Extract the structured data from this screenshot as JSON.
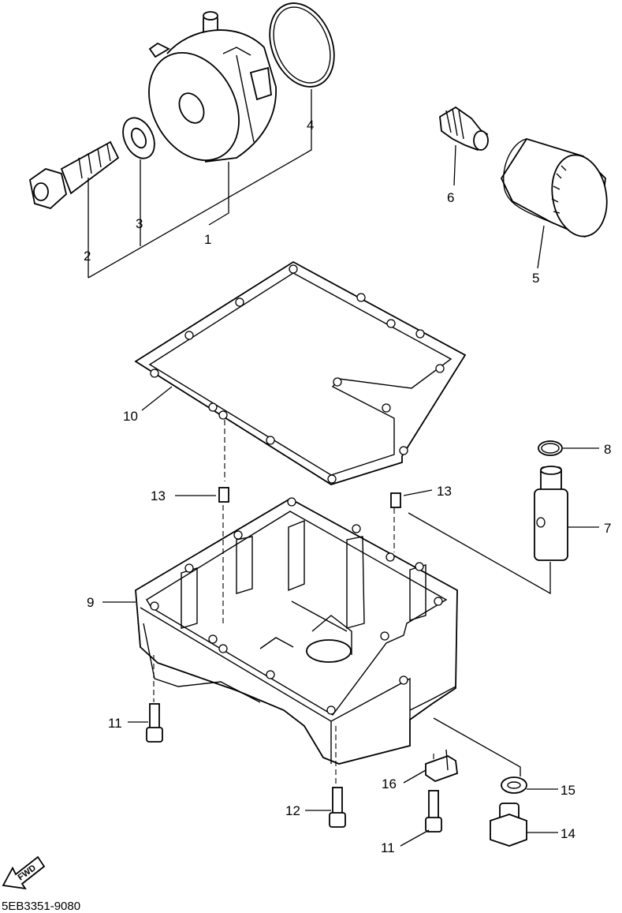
{
  "callouts": [
    {
      "id": "1",
      "label": "1"
    },
    {
      "id": "2",
      "label": "2"
    },
    {
      "id": "3",
      "label": "3"
    },
    {
      "id": "4",
      "label": "4"
    },
    {
      "id": "5",
      "label": "5"
    },
    {
      "id": "6",
      "label": "6"
    },
    {
      "id": "7",
      "label": "7"
    },
    {
      "id": "8",
      "label": "8"
    },
    {
      "id": "9",
      "label": "9"
    },
    {
      "id": "10",
      "label": "10"
    },
    {
      "id": "11a",
      "label": "11"
    },
    {
      "id": "11b",
      "label": "11"
    },
    {
      "id": "12",
      "label": "12"
    },
    {
      "id": "13a",
      "label": "13"
    },
    {
      "id": "13b",
      "label": "13"
    },
    {
      "id": "14",
      "label": "14"
    },
    {
      "id": "15",
      "label": "15"
    },
    {
      "id": "16",
      "label": "16"
    }
  ],
  "fwd_label": "FWD",
  "diagram_code": "5EB3351-9080"
}
